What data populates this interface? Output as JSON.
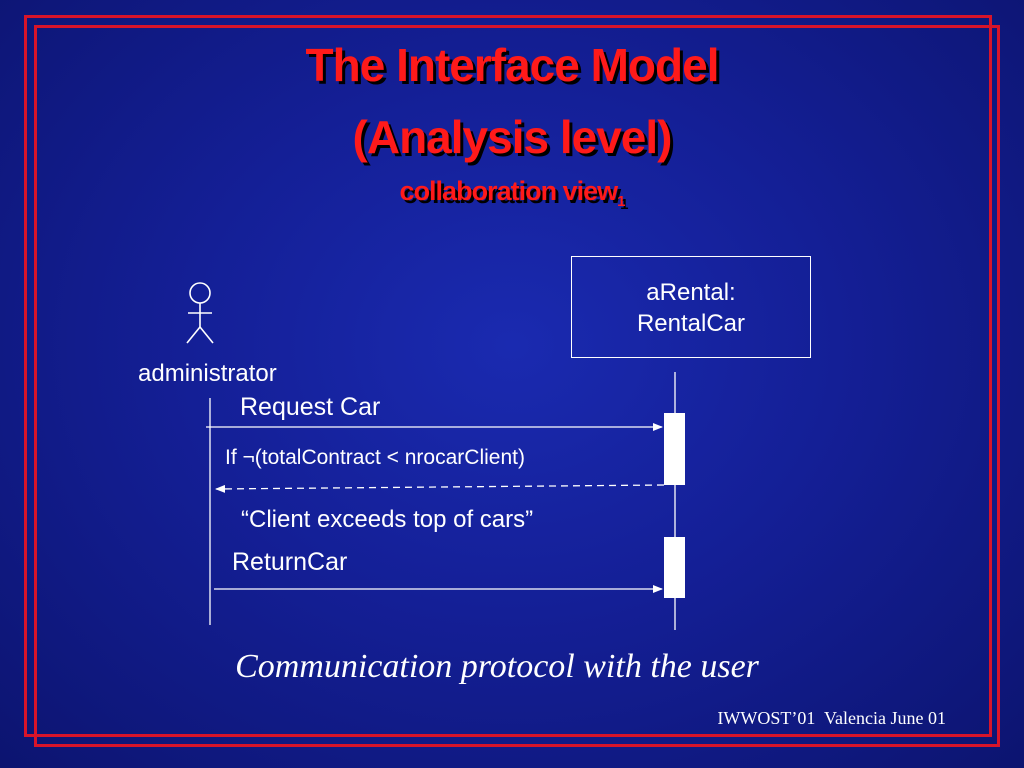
{
  "slide": {
    "title_line1": "The Interface Model",
    "title_line2": "(Analysis level)",
    "title_line3": "collaboration view",
    "title_line3_subscript": "1",
    "caption": "Communication protocol with the user",
    "footer": "IWWOST’01  Valencia June 01"
  },
  "diagram": {
    "actor": {
      "icon": "stick-figure-icon",
      "label": "administrator"
    },
    "object": {
      "line1": "aRental:",
      "line2": "RentalCar"
    },
    "messages": [
      {
        "label": "Request Car",
        "direction": "to-object",
        "style": "solid"
      },
      {
        "label": "If ¬(totalContract < nrocarClient)",
        "direction": "to-actor",
        "style": "dashed"
      },
      {
        "label": "“Client exceeds top of cars”",
        "direction": "note",
        "style": "none"
      },
      {
        "label": "ReturnCar",
        "direction": "to-object",
        "style": "solid"
      }
    ],
    "colors": {
      "background": "#141f96",
      "frame": "#d8142a",
      "title": "#ff1a1a",
      "lines": "#ffffff"
    }
  }
}
